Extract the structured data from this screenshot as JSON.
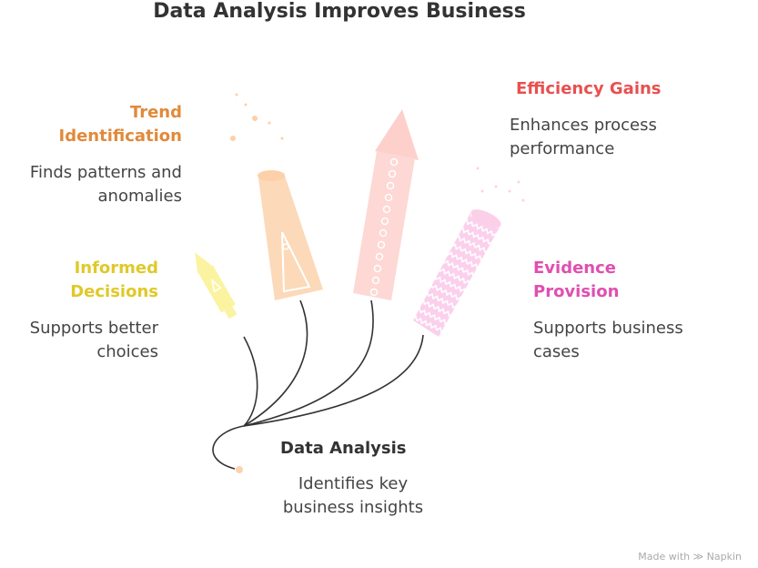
{
  "title": "Data Analysis Improves Business",
  "nodes": {
    "trend": {
      "heading_line1": "Trend",
      "heading_line2": "Identification",
      "desc_line1": "Finds patterns and",
      "desc_line2": "anomalies",
      "color": "#e08a3a"
    },
    "informed": {
      "heading_line1": "Informed",
      "heading_line2": "Decisions",
      "desc_line1": "Supports better",
      "desc_line2": "choices",
      "color": "#e0c92a"
    },
    "efficiency": {
      "heading": "Efficiency Gains",
      "desc_line1": "Enhances process",
      "desc_line2": "performance",
      "color": "#e85050"
    },
    "evidence": {
      "heading_line1": "Evidence",
      "heading_line2": "Provision",
      "desc_line1": "Supports business",
      "desc_line2": "cases",
      "color": "#e04fb0"
    },
    "center": {
      "heading": "Data Analysis",
      "desc_line1": "Identifies key",
      "desc_line2": "business insights"
    }
  },
  "watermark": {
    "text": "Made with",
    "brand": "Napkin"
  }
}
